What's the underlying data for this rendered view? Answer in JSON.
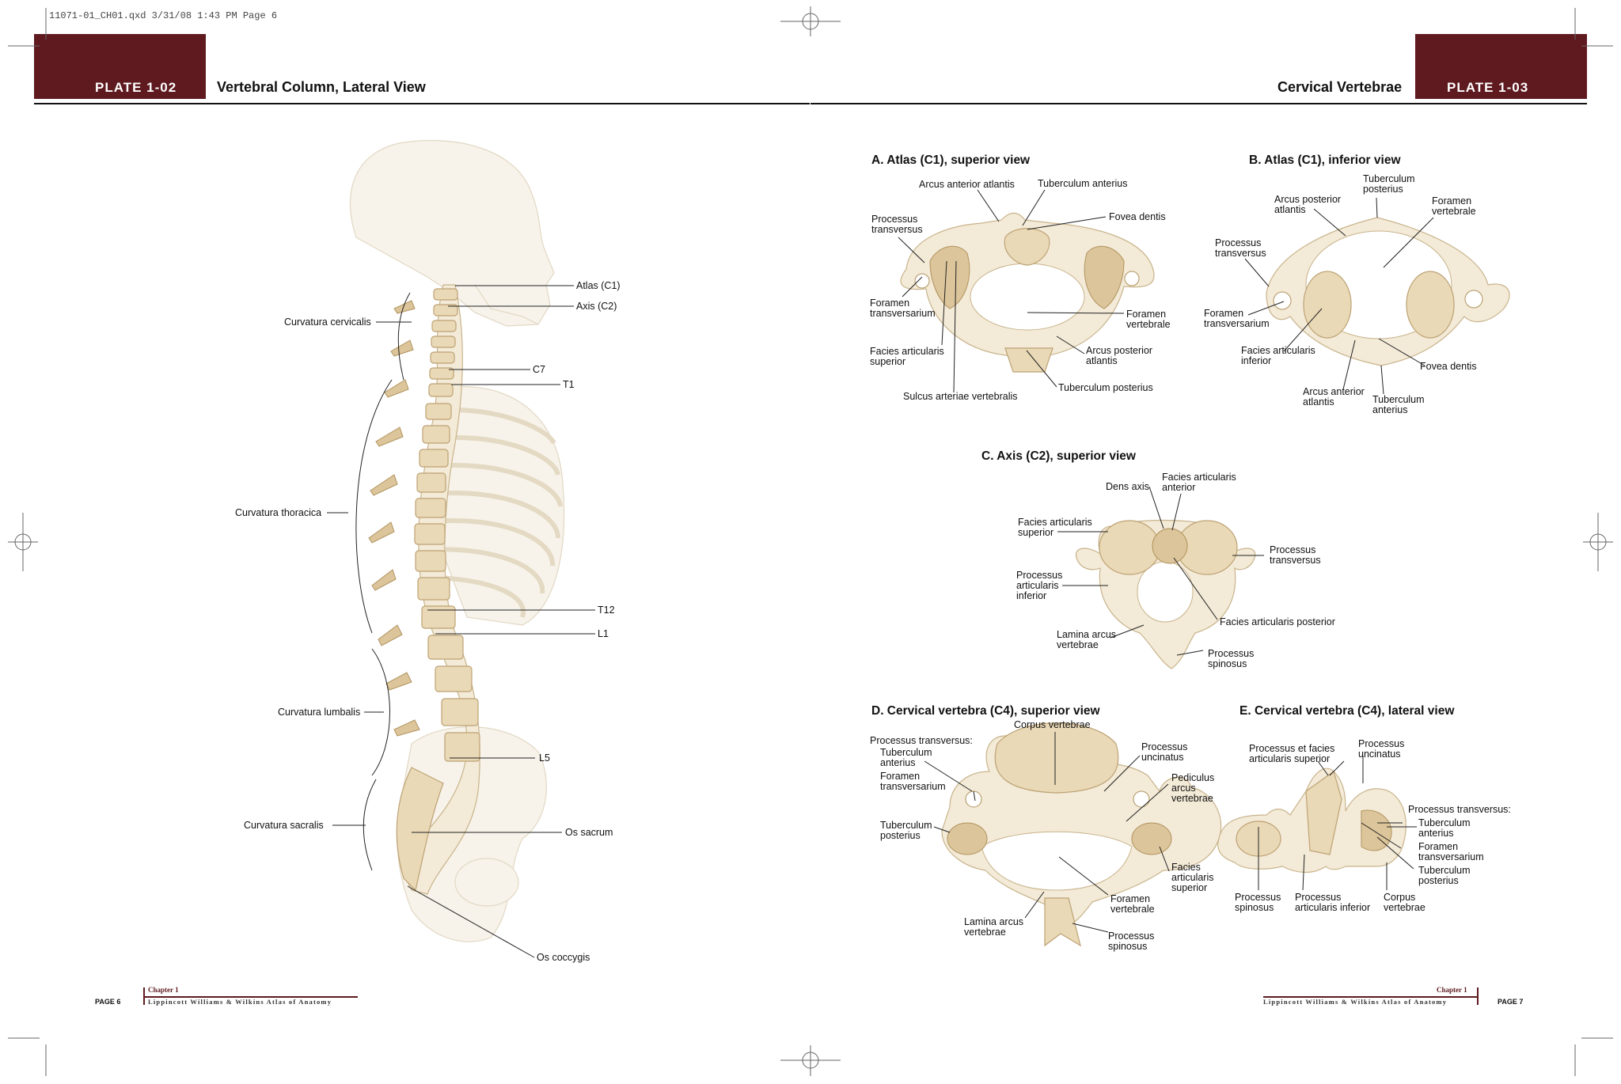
{
  "slug": "11071-01_CH01.qxd  3/31/08  1:43 PM  Page 6",
  "left_page": {
    "plate": "PLATE 1-02",
    "title": "Vertebral Column, Lateral View",
    "labels": {
      "atlas": "Atlas (C1)",
      "axis": "Axis (C2)",
      "c7": "C7",
      "t1": "T1",
      "t12": "T12",
      "l1": "L1",
      "l5": "L5",
      "os_sacrum": "Os sacrum",
      "os_coccygis": "Os coccygis",
      "curv_cervicalis": "Curvatura cervicalis",
      "curv_thoracica": "Curvatura thoracica",
      "curv_lumbalis": "Curvatura lumbalis",
      "curv_sacralis": "Curvatura sacralis"
    },
    "footer": {
      "chapter": "Chapter 1",
      "book": "Lippincott Williams & Wilkins Atlas of Anatomy",
      "page": "PAGE 6"
    }
  },
  "right_page": {
    "plate": "PLATE 1-03",
    "title": "Cervical Vertebrae",
    "A": {
      "title": "A. Atlas (C1), superior view",
      "arcus_anterior": "Arcus anterior atlantis",
      "tuberculum_anterius": "Tuberculum anterius",
      "proc_transversus_1": "Processus",
      "proc_transversus_2": "transversus",
      "fovea_dentis": "Fovea dentis",
      "foramen_transv_1": "Foramen",
      "foramen_transv_2": "transversarium",
      "foramen_vert_1": "Foramen",
      "foramen_vert_2": "vertebrale",
      "facies_1": "Facies articularis",
      "facies_2": "superior",
      "arcus_post_1": "Arcus posterior",
      "arcus_post_2": "atlantis",
      "tuberculum_posterius": "Tuberculum posterius",
      "sulcus": "Sulcus arteriae vertebralis"
    },
    "B": {
      "title": "B. Atlas (C1), inferior view",
      "tub_post_1": "Tuberculum",
      "tub_post_2": "posterius",
      "arcus_post_1": "Arcus posterior",
      "arcus_post_2": "atlantis",
      "foramen_vert_1": "Foramen",
      "foramen_vert_2": "vertebrale",
      "proc_transv_1": "Processus",
      "proc_transv_2": "transversus",
      "foramen_transv_1": "Foramen",
      "foramen_transv_2": "transversarium",
      "facies_1": "Facies articularis",
      "facies_2": "inferior",
      "fovea": "Fovea dentis",
      "arcus_ant_1": "Arcus anterior",
      "arcus_ant_2": "atlantis",
      "tub_ant_1": "Tuberculum",
      "tub_ant_2": "anterius"
    },
    "C": {
      "title": "C. Axis (C2), superior view",
      "dens": "Dens axis",
      "fac_ant_1": "Facies articularis",
      "fac_ant_2": "anterior",
      "fac_sup_1": "Facies articularis",
      "fac_sup_2": "superior",
      "proc_transv_1": "Processus",
      "proc_transv_2": "transversus",
      "proc_art_1": "Processus",
      "proc_art_2": "articularis",
      "proc_art_3": "inferior",
      "fac_post": "Facies articularis posterior",
      "lamina_1": "Lamina arcus",
      "lamina_2": "vertebrae",
      "proc_spin_1": "Processus",
      "proc_spin_2": "spinosus"
    },
    "D": {
      "title": "D. Cervical vertebra (C4), superior view",
      "corpus": "Corpus vertebrae",
      "proc_transv_hdr": "Processus transversus:",
      "tub_ant_1": "Tuberculum",
      "tub_ant_2": "anterius",
      "for_transv_1": "Foramen",
      "for_transv_2": "transversarium",
      "tub_post_1": "Tuberculum",
      "tub_post_2": "posterius",
      "unc_1": "Processus",
      "unc_2": "uncinatus",
      "ped_1": "Pediculus",
      "ped_2": "arcus",
      "ped_3": "vertebrae",
      "fac_1": "Facies",
      "fac_2": "articularis",
      "fac_3": "superior",
      "for_vert_1": "Foramen",
      "for_vert_2": "vertebrale",
      "lamina_1": "Lamina arcus",
      "lamina_2": "vertebrae",
      "spin_1": "Processus",
      "spin_2": "spinosus"
    },
    "E": {
      "title": "E. Cervical vertebra (C4), lateral view",
      "pfs_1": "Processus et facies",
      "pfs_2": "articularis superior",
      "unc_1": "Processus",
      "unc_2": "uncinatus",
      "pt_hdr": "Processus transversus:",
      "tub_ant_1": "Tuberculum",
      "tub_ant_2": "anterius",
      "for_1": "Foramen",
      "for_2": "transversarium",
      "tub_post_1": "Tuberculum",
      "tub_post_2": "posterius",
      "spin_1": "Processus",
      "spin_2": "spinosus",
      "pai_1": "Processus",
      "pai_2": "articularis inferior",
      "corp_1": "Corpus",
      "corp_2": "vertebrae"
    },
    "footer": {
      "chapter": "Chapter 1",
      "book": "Lippincott Williams & Wilkins Atlas of Anatomy",
      "page": "PAGE 7"
    }
  },
  "colors": {
    "brand": "#5e1a1f",
    "bone": "#f3ead7",
    "bone_shadow": "#dcc59a"
  }
}
